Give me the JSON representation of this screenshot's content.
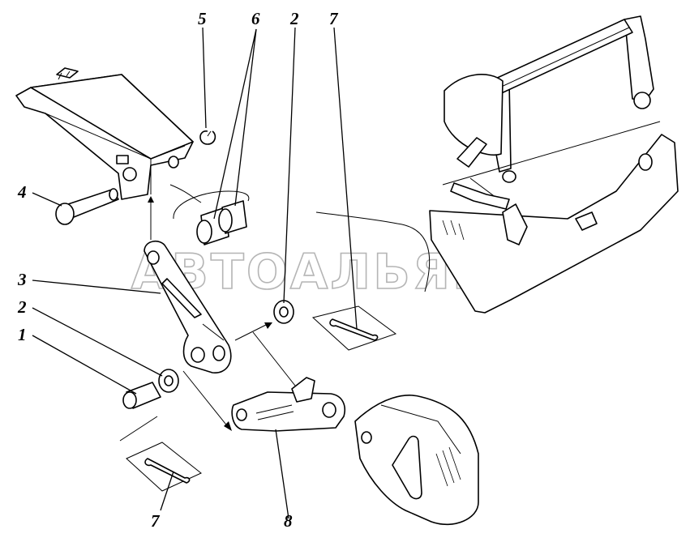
{
  "callouts": [
    {
      "id": "c1",
      "label": "1"
    },
    {
      "id": "c2a",
      "label": "2"
    },
    {
      "id": "c2b",
      "label": "2"
    },
    {
      "id": "c3",
      "label": "3"
    },
    {
      "id": "c4",
      "label": "4"
    },
    {
      "id": "c5",
      "label": "5"
    },
    {
      "id": "c6",
      "label": "6"
    },
    {
      "id": "c7a",
      "label": "7"
    },
    {
      "id": "c7b",
      "label": "7"
    },
    {
      "id": "c8",
      "label": "8"
    }
  ],
  "watermark": "АВТОАЛЬЯНС"
}
